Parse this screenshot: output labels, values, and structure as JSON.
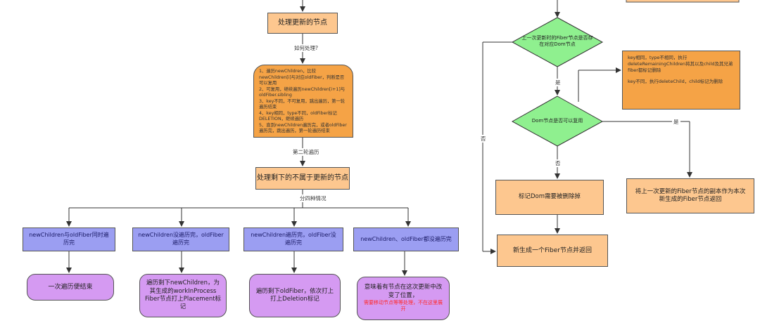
{
  "left": {
    "process_update": "处理更新的节点",
    "label_how": "如何处理?",
    "steps": [
      "1、遍历newChildren，比较newChildren[i]与对应oldFiber，判断是否可以复用",
      "2、可复用，继续遍历newChildren[i+1]与oldFiber.sibling",
      "3、key不同，不可复用，跳出遍历，第一轮遍历结束",
      "4、key相同，type不同，oldFiber标记DELETION，继续遍历",
      "5、直到newChildren遍历完，或者oldFiber遍历完，跳出遍历，第一轮遍历结束"
    ],
    "label_second": "第二轮遍历",
    "process_rest": "处理剩下的不属于更新的节点",
    "label_cases": "分四种情况",
    "cases": [
      "newChildren与oldFiber同时遍历完",
      "newChildren没遍历完，oldFiber遍历完",
      "newChildren遍历完，oldFiber没遍历完",
      "newChildren、oldFiber都没遍历完"
    ],
    "results": [
      "一次遍历便结束",
      "遍历剩下newChildren，为其生成的workInProcess Fiber节点打上Placement标记",
      "遍历剩下oldFiber，依次打上打上Deletion标记",
      "意味着有节点在这次更新中改变了位置，"
    ],
    "result4_red": "需要移动节点等等处理，不在这里展开"
  },
  "right": {
    "diamond1": "上一次更新时的Fiber节点是否存在对应Dom节点",
    "note_line1": "key相同，type不相同，执行deleteRemainingChildren将其以及child及其兄弟fiber都标记删除",
    "note_line2": "key不同，执行deleteChild，child标记为删除",
    "label_yes1": "是",
    "label_no1": "否",
    "diamond2": "Dom节点是否可以复用",
    "label_yes2": "是",
    "label_no2": "否",
    "mark_delete": "标记Dom需要被删除掉",
    "clone_fiber": "将上一次更新的Fiber节点的副本作为本次新生成的Fiber节点返回",
    "new_fiber": "新生成一个Fiber节点并返回"
  },
  "colors": {
    "orange": "#fdc78f",
    "orange_dark": "#f5a346",
    "blue": "#9b9ef2",
    "purple": "#d59af2",
    "green": "#8ff08f",
    "red": "#ff2a2a"
  }
}
